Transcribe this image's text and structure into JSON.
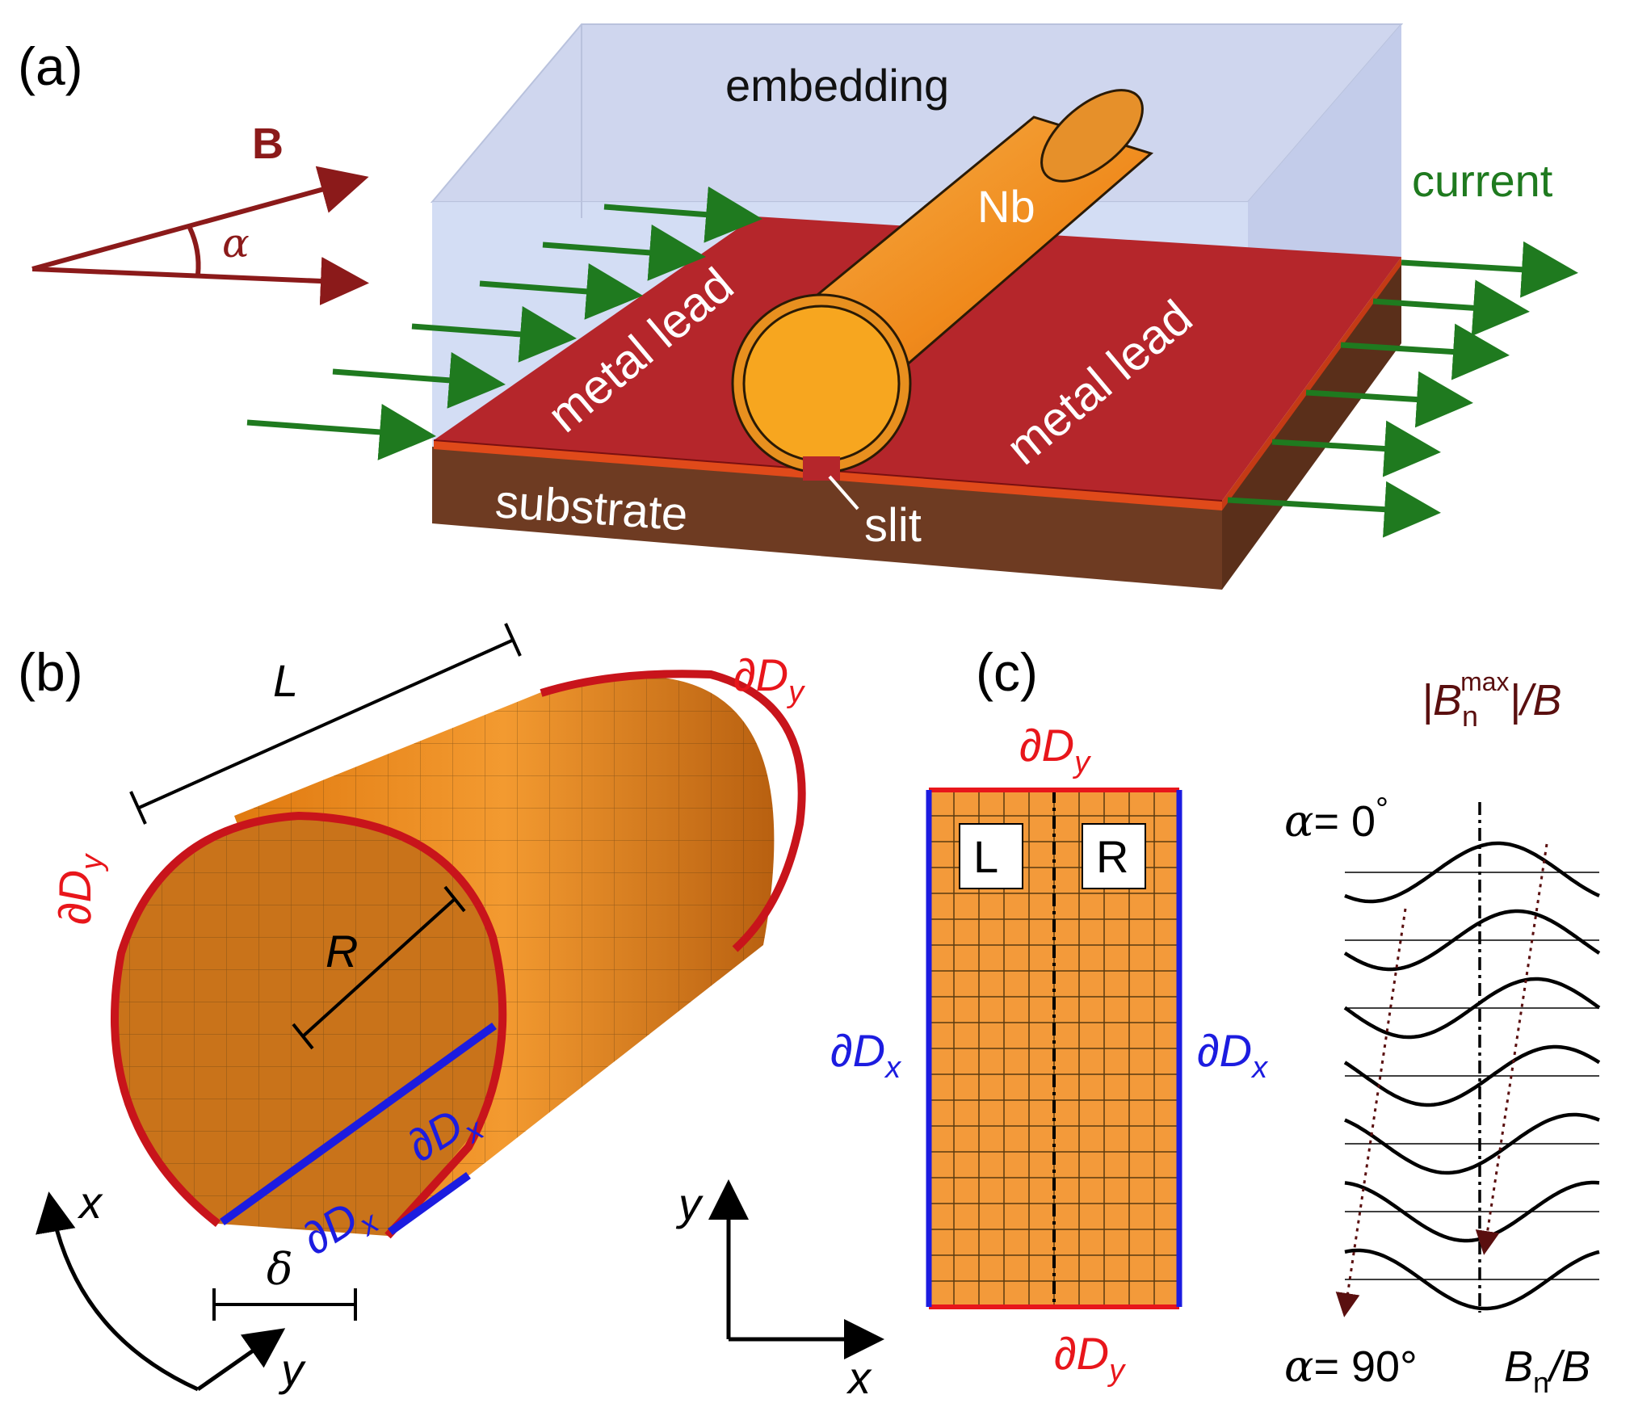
{
  "panel_a": {
    "label": "(a)",
    "field_label": "B",
    "angle_label": "α",
    "embedding_label": "embedding",
    "tube_label": "Nb",
    "current_label": "current",
    "lead_left_label": "metal lead",
    "lead_right_label": "metal lead",
    "substrate_label": "substrate",
    "slit_label": "slit"
  },
  "panel_b": {
    "label": "(b)",
    "length_label": "L",
    "radius_label": "R",
    "gap_label": "δ",
    "boundary_y_top": "∂D",
    "boundary_y_top_sub": "y",
    "boundary_y_left": "∂D",
    "boundary_y_left_sub": "y",
    "boundary_x_1": "∂D",
    "boundary_x_1_sub": "x",
    "boundary_x_2": "∂D",
    "boundary_x_2_sub": "x",
    "axis_x": "x",
    "axis_y": "y"
  },
  "panel_c": {
    "label": "(c)",
    "boundary_top": "∂D",
    "boundary_top_sub": "y",
    "boundary_bottom": "∂D",
    "boundary_bottom_sub": "y",
    "boundary_left": "∂D",
    "boundary_left_sub": "x",
    "boundary_right": "∂D",
    "boundary_right_sub": "x",
    "half_left": "L",
    "half_right": "R",
    "axis_x": "x",
    "axis_y": "y",
    "profile_title_main": "|B",
    "profile_title_sub": "n",
    "profile_title_sup": "max",
    "profile_title_tail": "|/B",
    "alpha_start_sym": "α",
    "alpha_start_val": "= 0",
    "alpha_start_deg": "°",
    "alpha_end_sym": "α",
    "alpha_end_val": "= 90°",
    "xaxis_main": "B",
    "xaxis_sub": "n",
    "xaxis_tail": "/B"
  },
  "colors": {
    "field_arrow": "#8b1a1a",
    "current_arrow": "#1f7a1f",
    "lead": "#b5262b",
    "substrate": "#6e3b22",
    "tube": "#f0962a",
    "boundary_y": "#e8161b",
    "boundary_x": "#1c1ce0"
  }
}
